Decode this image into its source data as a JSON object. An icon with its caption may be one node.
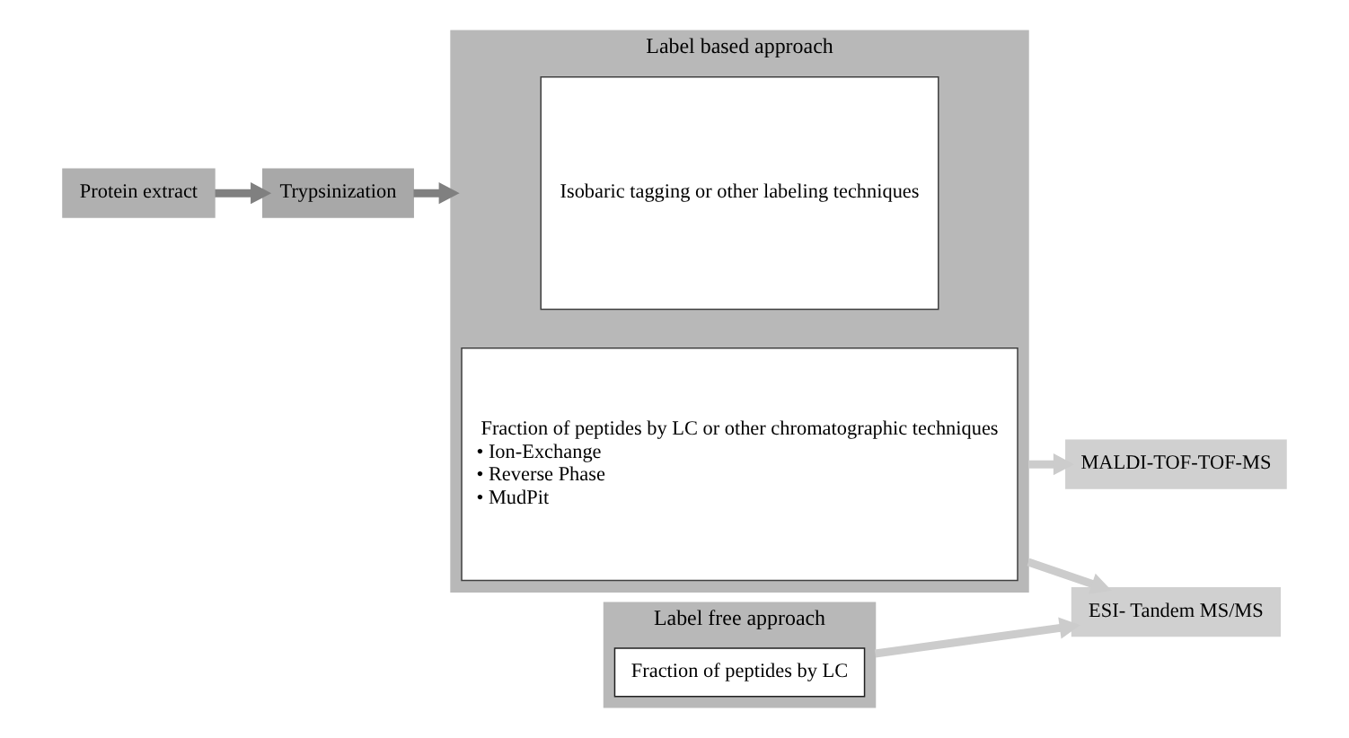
{
  "diagram": {
    "nodes": [
      {
        "text": [
          "Protein extract"
        ]
      },
      {
        "text": [
          "Trypsinization"
        ]
      },
      {
        "text": [
          "Label based approach"
        ]
      },
      {
        "text": [
          "Isobaric tagging or other labeling techniques"
        ],
        "in": 2
      },
      {
        "text": [
          "Fraction of peptides by LC or other chromatographic techniques",
          "• Ion-Exchange",
          "• Reverse Phase",
          "• MudPit"
        ],
        "in": 2
      },
      {
        "text": [
          "Label free approach"
        ]
      },
      {
        "text": [
          "Fraction of peptides by LC"
        ],
        "in": 5
      },
      {
        "text": [
          "MALDI-TOF-TOF-MS"
        ]
      },
      {
        "text": [
          "ESI- Tandem MS/MS"
        ]
      }
    ],
    "edges": [
      {
        "from": 0,
        "to": 1,
        "arrow": "to",
        "color": "#808080"
      },
      {
        "from": 1,
        "to": 2,
        "arrow": "to",
        "color": "#808080"
      },
      {
        "from": 2,
        "to": 7,
        "arrow": "to"
      },
      {
        "from": 2,
        "to": 8,
        "arrow": "to"
      },
      {
        "from": 5,
        "to": 8,
        "arrow": "to"
      }
    ]
  }
}
